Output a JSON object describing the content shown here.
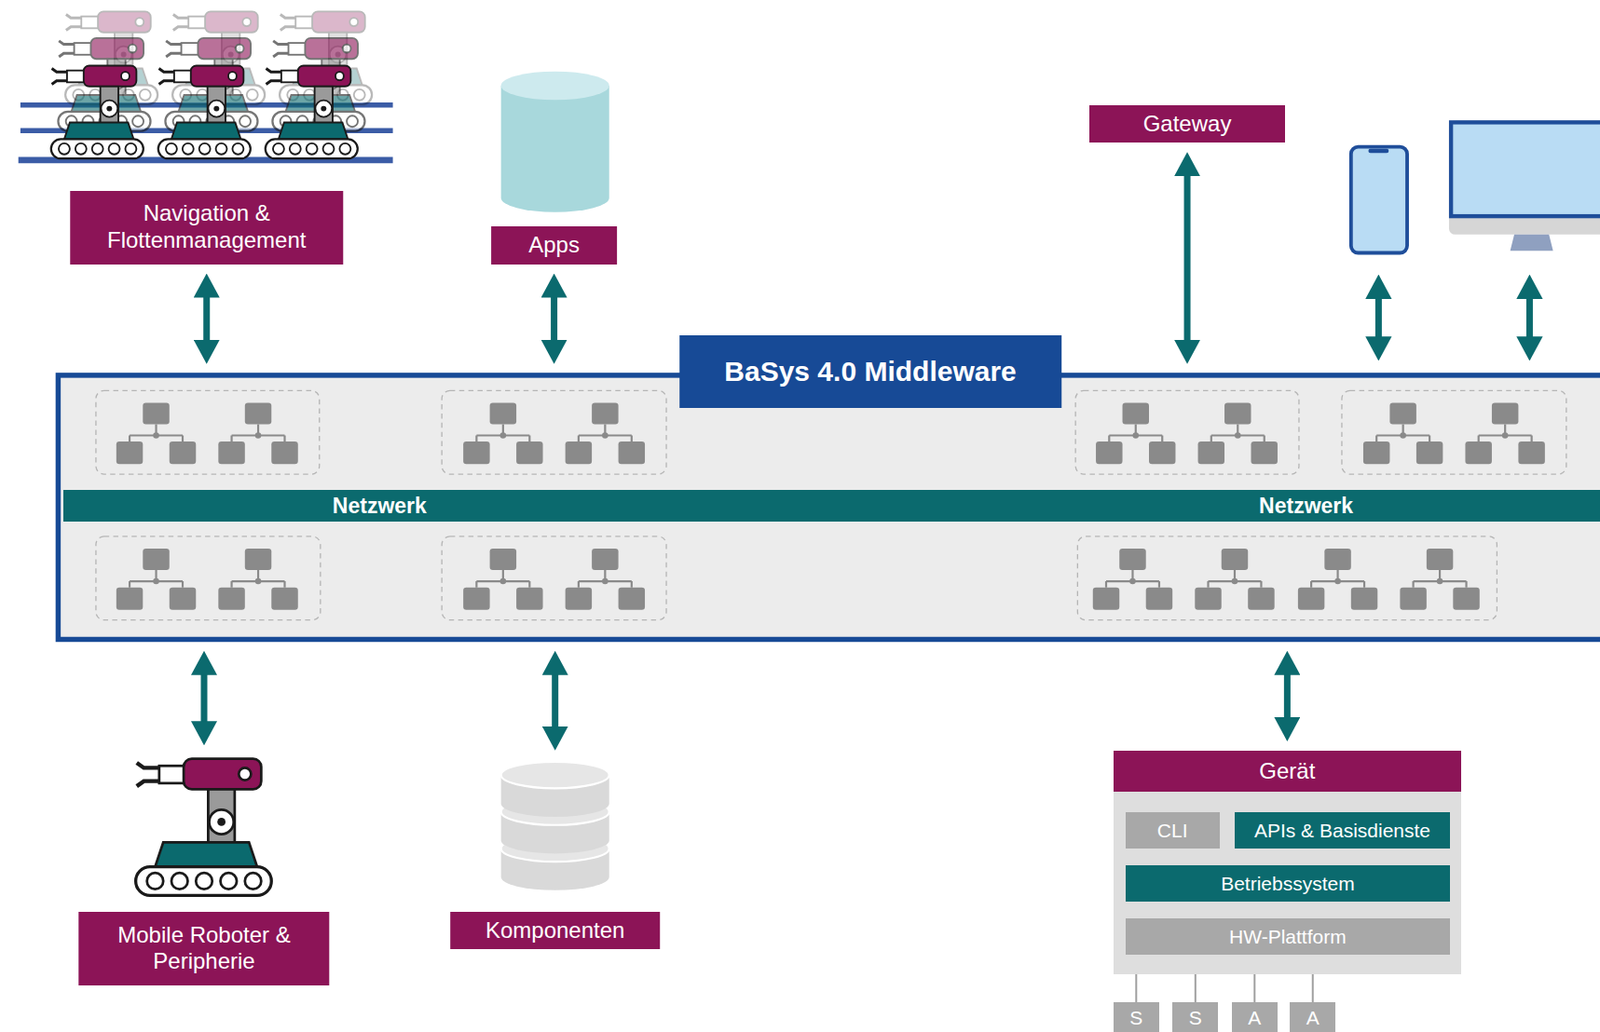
{
  "diagram": {
    "nodes": [
      {
        "text": [
          "Navigation & Flottenmanagement"
        ]
      },
      {
        "text": [
          "Apps"
        ]
      },
      {
        "text": [
          "Gateway"
        ]
      },
      {
        "text": [
          "BaSys 4.0 Middleware"
        ]
      },
      {
        "text": [
          "Netzwerk",
          "Netzwerk"
        ],
        "in": 3
      },
      {
        "text": [
          "Mobile Roboter & Peripherie"
        ]
      },
      {
        "text": [
          "Komponenten"
        ]
      },
      {
        "text": [
          "Gerät"
        ]
      },
      {
        "text": [
          "CLI"
        ],
        "in": 7
      },
      {
        "text": [
          "APIs & Basisdienste"
        ],
        "in": 7
      },
      {
        "text": [
          "Betriebssystem"
        ],
        "in": 7
      },
      {
        "text": [
          "HW-Plattform"
        ],
        "in": 7
      },
      {
        "text": [
          "S"
        ]
      },
      {
        "text": [
          "S"
        ]
      },
      {
        "text": [
          "A"
        ]
      },
      {
        "text": [
          "A"
        ]
      }
    ],
    "edges": [
      {
        "from": 0,
        "to": 3,
        "arrow": "both"
      },
      {
        "from": 1,
        "to": 3,
        "arrow": "both"
      },
      {
        "from": 2,
        "to": 3,
        "arrow": "both"
      },
      {
        "from": 3,
        "to": 5,
        "arrow": "both"
      },
      {
        "from": 3,
        "to": 6,
        "arrow": "both"
      },
      {
        "from": 3,
        "to": 7,
        "arrow": "both"
      },
      {
        "from": 7,
        "to": 12,
        "arrow": "none"
      },
      {
        "from": 7,
        "to": 13,
        "arrow": "none"
      },
      {
        "from": 7,
        "to": 14,
        "arrow": "none"
      },
      {
        "from": 7,
        "to": 15,
        "arrow": "none"
      }
    ]
  }
}
